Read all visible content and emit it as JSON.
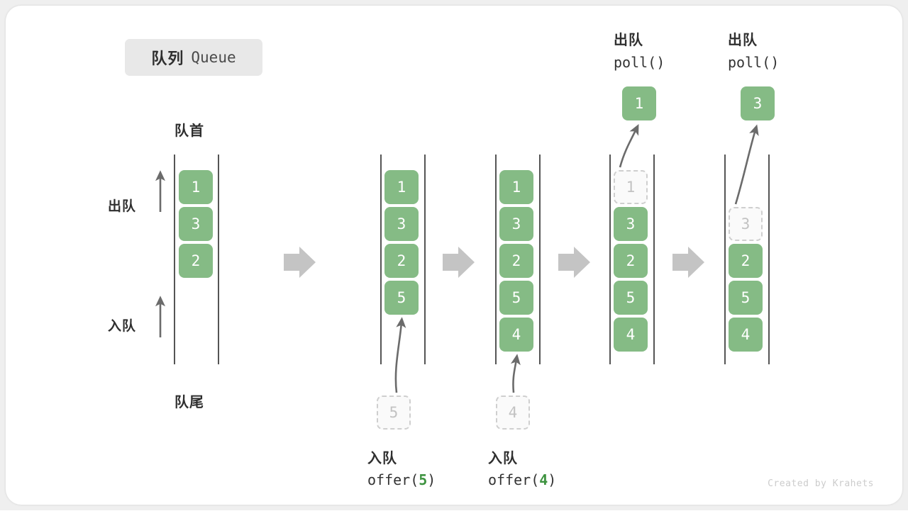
{
  "title": {
    "cn": "队列",
    "en": "Queue"
  },
  "axis_labels": {
    "front": "队首",
    "rear": "队尾",
    "dequeue": "出队",
    "enqueue": "入队"
  },
  "credit": "Created by Krahets",
  "colors": {
    "element_fill": "#85bb85",
    "element_text": "#ffffff",
    "ghost_fill": "#fafafa",
    "ghost_border": "#cfcfcf",
    "ghost_text": "#c2c2c2",
    "rail": "#555555",
    "arrow": "#6b6b6b",
    "step_arrow": "#c4c4c4",
    "accent_green": "#3e9340",
    "badge_bg": "#e8e8e8",
    "card_bg": "#ffffff"
  },
  "columns": [
    {
      "id": "initial",
      "cells": [
        {
          "value": "1",
          "state": "filled"
        },
        {
          "value": "3",
          "state": "filled"
        },
        {
          "value": "2",
          "state": "filled"
        }
      ],
      "caption_cn": "",
      "caption_code": ""
    },
    {
      "id": "after-offer-5",
      "cells": [
        {
          "value": "1",
          "state": "filled"
        },
        {
          "value": "3",
          "state": "filled"
        },
        {
          "value": "2",
          "state": "filled"
        },
        {
          "value": "5",
          "state": "filled"
        }
      ],
      "caption_cn": "入队",
      "caption_code_prefix": "offer(",
      "caption_code_arg": "5",
      "caption_code_suffix": ")",
      "incoming": {
        "value": "5",
        "state": "ghost"
      }
    },
    {
      "id": "after-offer-4",
      "cells": [
        {
          "value": "1",
          "state": "filled"
        },
        {
          "value": "3",
          "state": "filled"
        },
        {
          "value": "2",
          "state": "filled"
        },
        {
          "value": "5",
          "state": "filled"
        },
        {
          "value": "4",
          "state": "filled"
        }
      ],
      "caption_cn": "入队",
      "caption_code_prefix": "offer(",
      "caption_code_arg": "4",
      "caption_code_suffix": ")",
      "incoming": {
        "value": "4",
        "state": "ghost"
      }
    },
    {
      "id": "after-poll-1",
      "cells": [
        {
          "value": "1",
          "state": "ghost"
        },
        {
          "value": "3",
          "state": "filled"
        },
        {
          "value": "2",
          "state": "filled"
        },
        {
          "value": "5",
          "state": "filled"
        },
        {
          "value": "4",
          "state": "filled"
        }
      ],
      "caption_cn": "出队",
      "caption_code": "poll()",
      "popped": {
        "value": "1",
        "state": "filled"
      }
    },
    {
      "id": "after-poll-3",
      "cells": [
        {
          "value": "3",
          "state": "ghost"
        },
        {
          "value": "2",
          "state": "filled"
        },
        {
          "value": "5",
          "state": "filled"
        },
        {
          "value": "4",
          "state": "filled"
        }
      ],
      "caption_cn": "出队",
      "caption_code": "poll()",
      "popped": {
        "value": "3",
        "state": "filled"
      }
    }
  ]
}
